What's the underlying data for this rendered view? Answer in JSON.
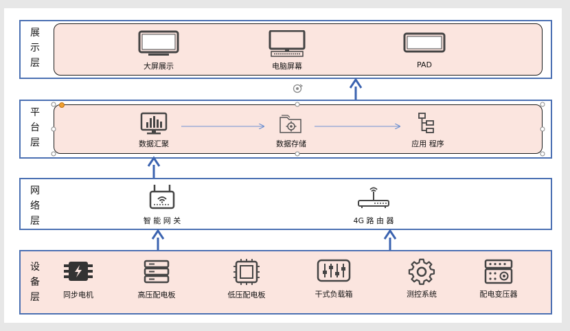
{
  "layers": {
    "display": {
      "label": [
        "展",
        "示",
        "层"
      ],
      "items": [
        {
          "icon": "monitor-icon",
          "label": "大屏展示"
        },
        {
          "icon": "desktop-computer-icon",
          "label": "电脑屏幕"
        },
        {
          "icon": "tablet-icon",
          "label": "PAD"
        }
      ]
    },
    "platform": {
      "label": [
        "平",
        "台",
        "层"
      ],
      "items": [
        {
          "icon": "dashboard-chart-icon",
          "label": "数据汇聚"
        },
        {
          "icon": "folder-gear-icon",
          "label": "数据存储"
        },
        {
          "icon": "hierarchy-icon",
          "label": "应用 程序"
        }
      ]
    },
    "network": {
      "label": [
        "网",
        "络",
        "层"
      ],
      "items": [
        {
          "icon": "gateway-icon",
          "label": "智 能 网 关"
        },
        {
          "icon": "router-icon",
          "label": "4G 路 由 器"
        }
      ]
    },
    "device": {
      "label": [
        "设",
        "备",
        "层"
      ],
      "items": [
        {
          "icon": "motor-icon",
          "label": "同步电机"
        },
        {
          "icon": "server-rack-icon",
          "label": "高压配电板"
        },
        {
          "icon": "chip-icon",
          "label": "低压配电板"
        },
        {
          "icon": "sliders-icon",
          "label": "干式负载箱"
        },
        {
          "icon": "gear-icon",
          "label": "测控系统"
        },
        {
          "icon": "transformer-icon",
          "label": "配电变压器"
        }
      ]
    }
  },
  "colors": {
    "frame": "#4a6fb2",
    "fill": "#fbe5df",
    "arrow": "#3b63b0"
  }
}
